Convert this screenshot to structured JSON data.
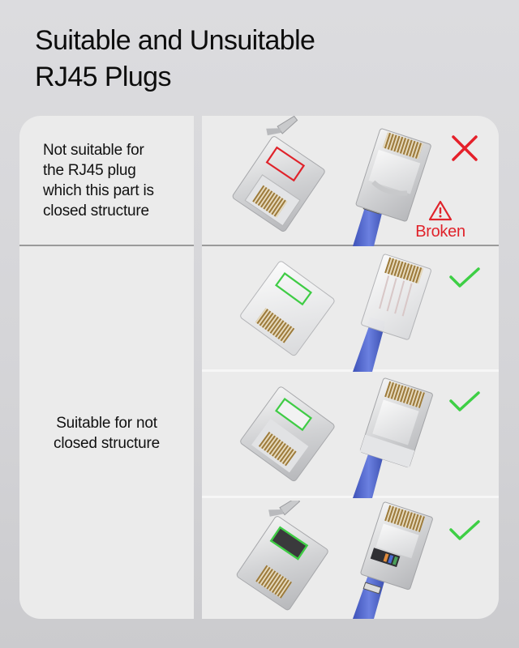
{
  "header": {
    "title_line1": "Suitable and Unsuitable",
    "title_line2": "RJ45 Plugs"
  },
  "left_column": {
    "unsuitable": {
      "lines": [
        "Not suitable for",
        "the RJ45 plug",
        "which this part is",
        "closed structure"
      ]
    },
    "suitable": {
      "lines": [
        "Suitable for not",
        "closed structure"
      ]
    }
  },
  "rows": [
    {
      "plug": "shielded closed-structure RJ45 plug",
      "highlight_color": "#e0232b",
      "status_icon": "cross-icon",
      "status_color": "#e5202a",
      "warning": {
        "icon": "warning-triangle-icon",
        "label": "Broken"
      }
    },
    {
      "plug": "clear pass-through RJ45 plug",
      "highlight_color": "#3fcc45",
      "status_icon": "check-icon",
      "status_color": "#3ecf45"
    },
    {
      "plug": "shielded open-window RJ45 plug",
      "highlight_color": "#3fcc45",
      "status_icon": "check-icon",
      "status_color": "#3ecf45"
    },
    {
      "plug": "shielded pass-through RJ45 plug with strain clip",
      "highlight_color": "#3fcc45",
      "status_icon": "check-icon",
      "status_color": "#3ecf45"
    }
  ],
  "colors": {
    "background": "#d6d6d9",
    "panel": "#ebebeb",
    "cable": "#5a6fd0",
    "error": "#e5202a",
    "success": "#3ecf45"
  }
}
